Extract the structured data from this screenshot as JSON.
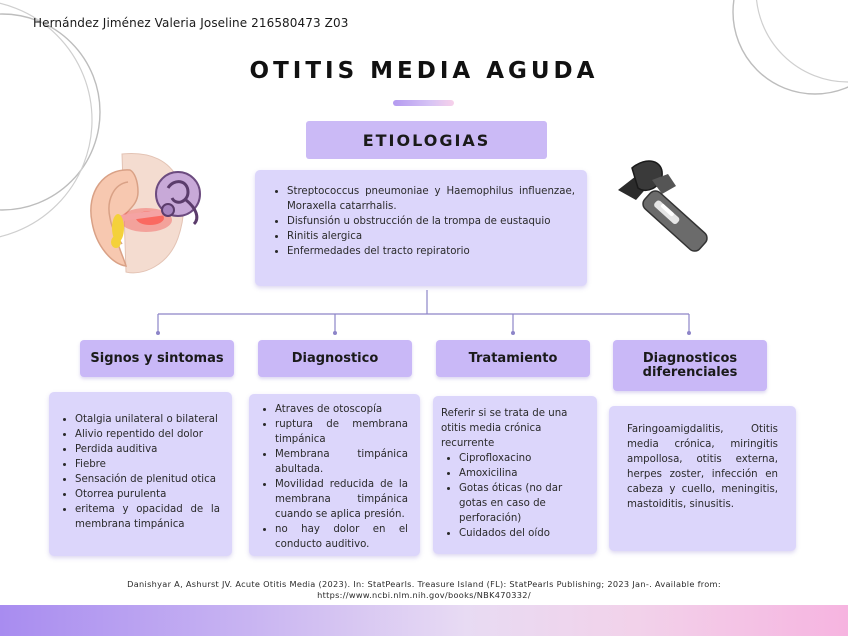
{
  "author": "Hernández Jiménez Valeria Joseline 216580473 Z03",
  "title": "OTITIS MEDIA AGUDA",
  "etiologias": {
    "header": "ETIOLOGIAS",
    "items": [
      "Streptococcus pneumoniae y Haemophilus influenzae, Moraxella catarrhalis.",
      "Disfunsión u obstrucción de la trompa de eustaquio",
      "Rinitis alergica",
      "Enfermedades del tracto repiratorio"
    ]
  },
  "signos": {
    "header": "Signos y sintomas",
    "items": [
      "Otalgia unilateral o bilateral",
      "Alivio repentido del dolor",
      "Perdida auditiva",
      "Fiebre",
      "Sensación de plenitud otica",
      "Otorrea purulenta",
      "eritema y opacidad de la membrana timpánica"
    ]
  },
  "diagnostico": {
    "header": "Diagnostico",
    "items": [
      "Atraves de otoscopía",
      "ruptura de membrana timpánica",
      "Membrana timpánica abultada.",
      "Movilidad reducida de la membrana timpánica cuando se aplica presión.",
      "no hay dolor en el conducto auditivo."
    ]
  },
  "tratamiento": {
    "header": "Tratamiento",
    "intro": "Referir si se trata de una otitis media crónica recurrente",
    "items": [
      "Ciprofloxacino",
      "Amoxicilina",
      "Gotas óticas (no dar gotas en caso de perforación)",
      "Cuidados del oído"
    ]
  },
  "diferenciales": {
    "header": "Diagnosticos diferenciales",
    "text": "Faringoamigdalitis, Otitis media crónica, miringitis ampollosa, otitis externa, herpes zoster, infección en cabeza y cuello, meningitis, mastoiditis, sinusitis."
  },
  "citation": {
    "line1": "Danishyar A, Ashurst JV. Acute Otitis Media (2023). In: StatPearls. Treasure Island (FL): StatPearls Publishing; 2023 Jan-. Available from:",
    "line2": "https://www.ncbi.nlm.nih.gov/books/NBK470332/"
  },
  "icons": {
    "ear": "ear-anatomy-icon",
    "otoscope": "otoscope-icon"
  },
  "colors": {
    "header_fill": "#c9b8f7",
    "card_fill": "#dcd6fb",
    "connector": "#8d85c8"
  }
}
